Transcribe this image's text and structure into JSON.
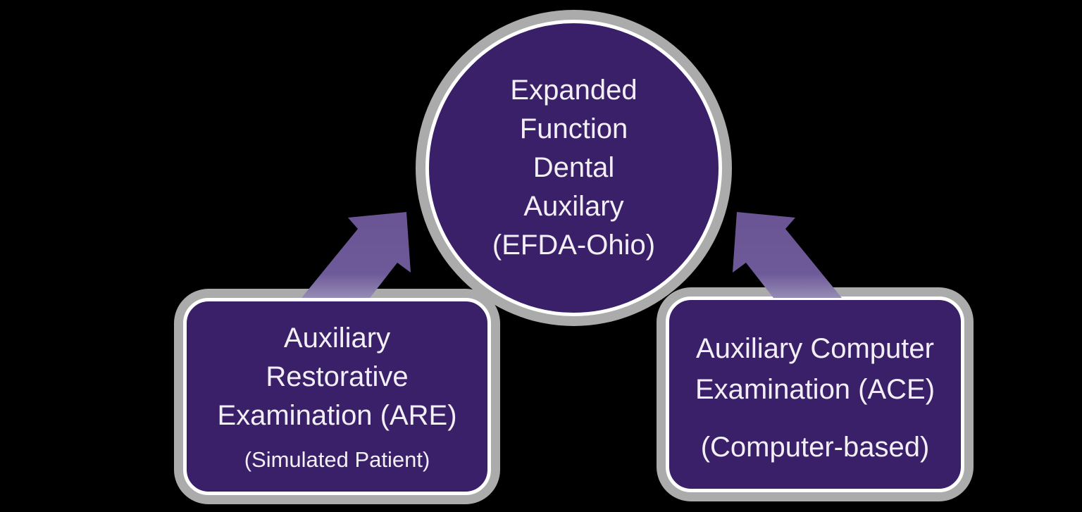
{
  "colors": {
    "background": "#000000",
    "node_fill": "#3A2069",
    "node_border_outer": "#ABABAB",
    "node_border_inner": "#FFFFFF",
    "text": "#F2EFF6",
    "arrow_fill": "#6A5494"
  },
  "center_node": {
    "shape": "circle",
    "lines": [
      "Expanded",
      "Function",
      "Dental",
      "Auxilary",
      "(EFDA-Ohio)"
    ]
  },
  "left_node": {
    "shape": "rounded-rectangle",
    "lines": [
      "Auxiliary",
      "Restorative",
      "Examination (ARE)"
    ],
    "subtitle": "(Simulated Patient)"
  },
  "right_node": {
    "shape": "rounded-rectangle",
    "lines": [
      "Auxiliary Computer",
      "Examination (ACE)"
    ],
    "subtitle": "(Computer-based)"
  },
  "arrows": [
    {
      "direction": "up-right",
      "from": "left_node",
      "to": "center_node"
    },
    {
      "direction": "up-left",
      "from": "right_node",
      "to": "center_node"
    }
  ]
}
